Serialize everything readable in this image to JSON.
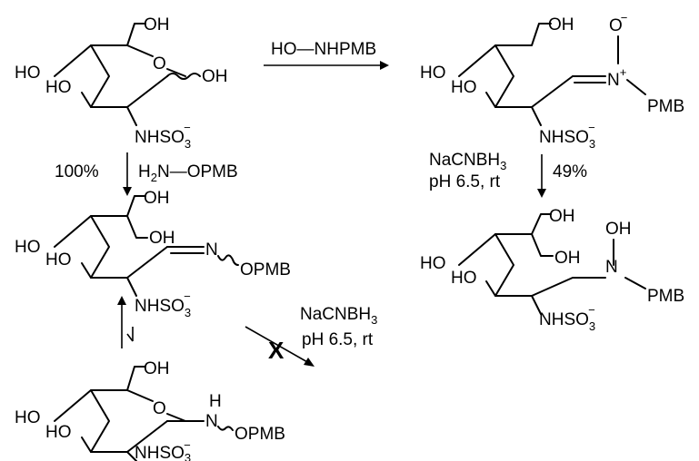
{
  "groups": {
    "oh": "OH",
    "ho": "HO",
    "o": "O",
    "n": "N",
    "h": "H",
    "nhso": "NHSO",
    "sub3": "3",
    "minus": "−",
    "plus": "+",
    "pmb": "PMB",
    "opmb": "OPMB"
  },
  "reagents": {
    "hydroxylamine": "HO—NHPMB",
    "alkoxyamine_h": "H",
    "alkoxyamine_sub": "2",
    "alkoxyamine_rest": "N—OPMB",
    "nacnbh": "NaCNBH",
    "nacnbh_sub": "3",
    "conditions": "pH 6.5, rt"
  },
  "yields": {
    "oxime_formation": "100%",
    "nitrone_reduction": "49%"
  },
  "blocked_mark": "X"
}
